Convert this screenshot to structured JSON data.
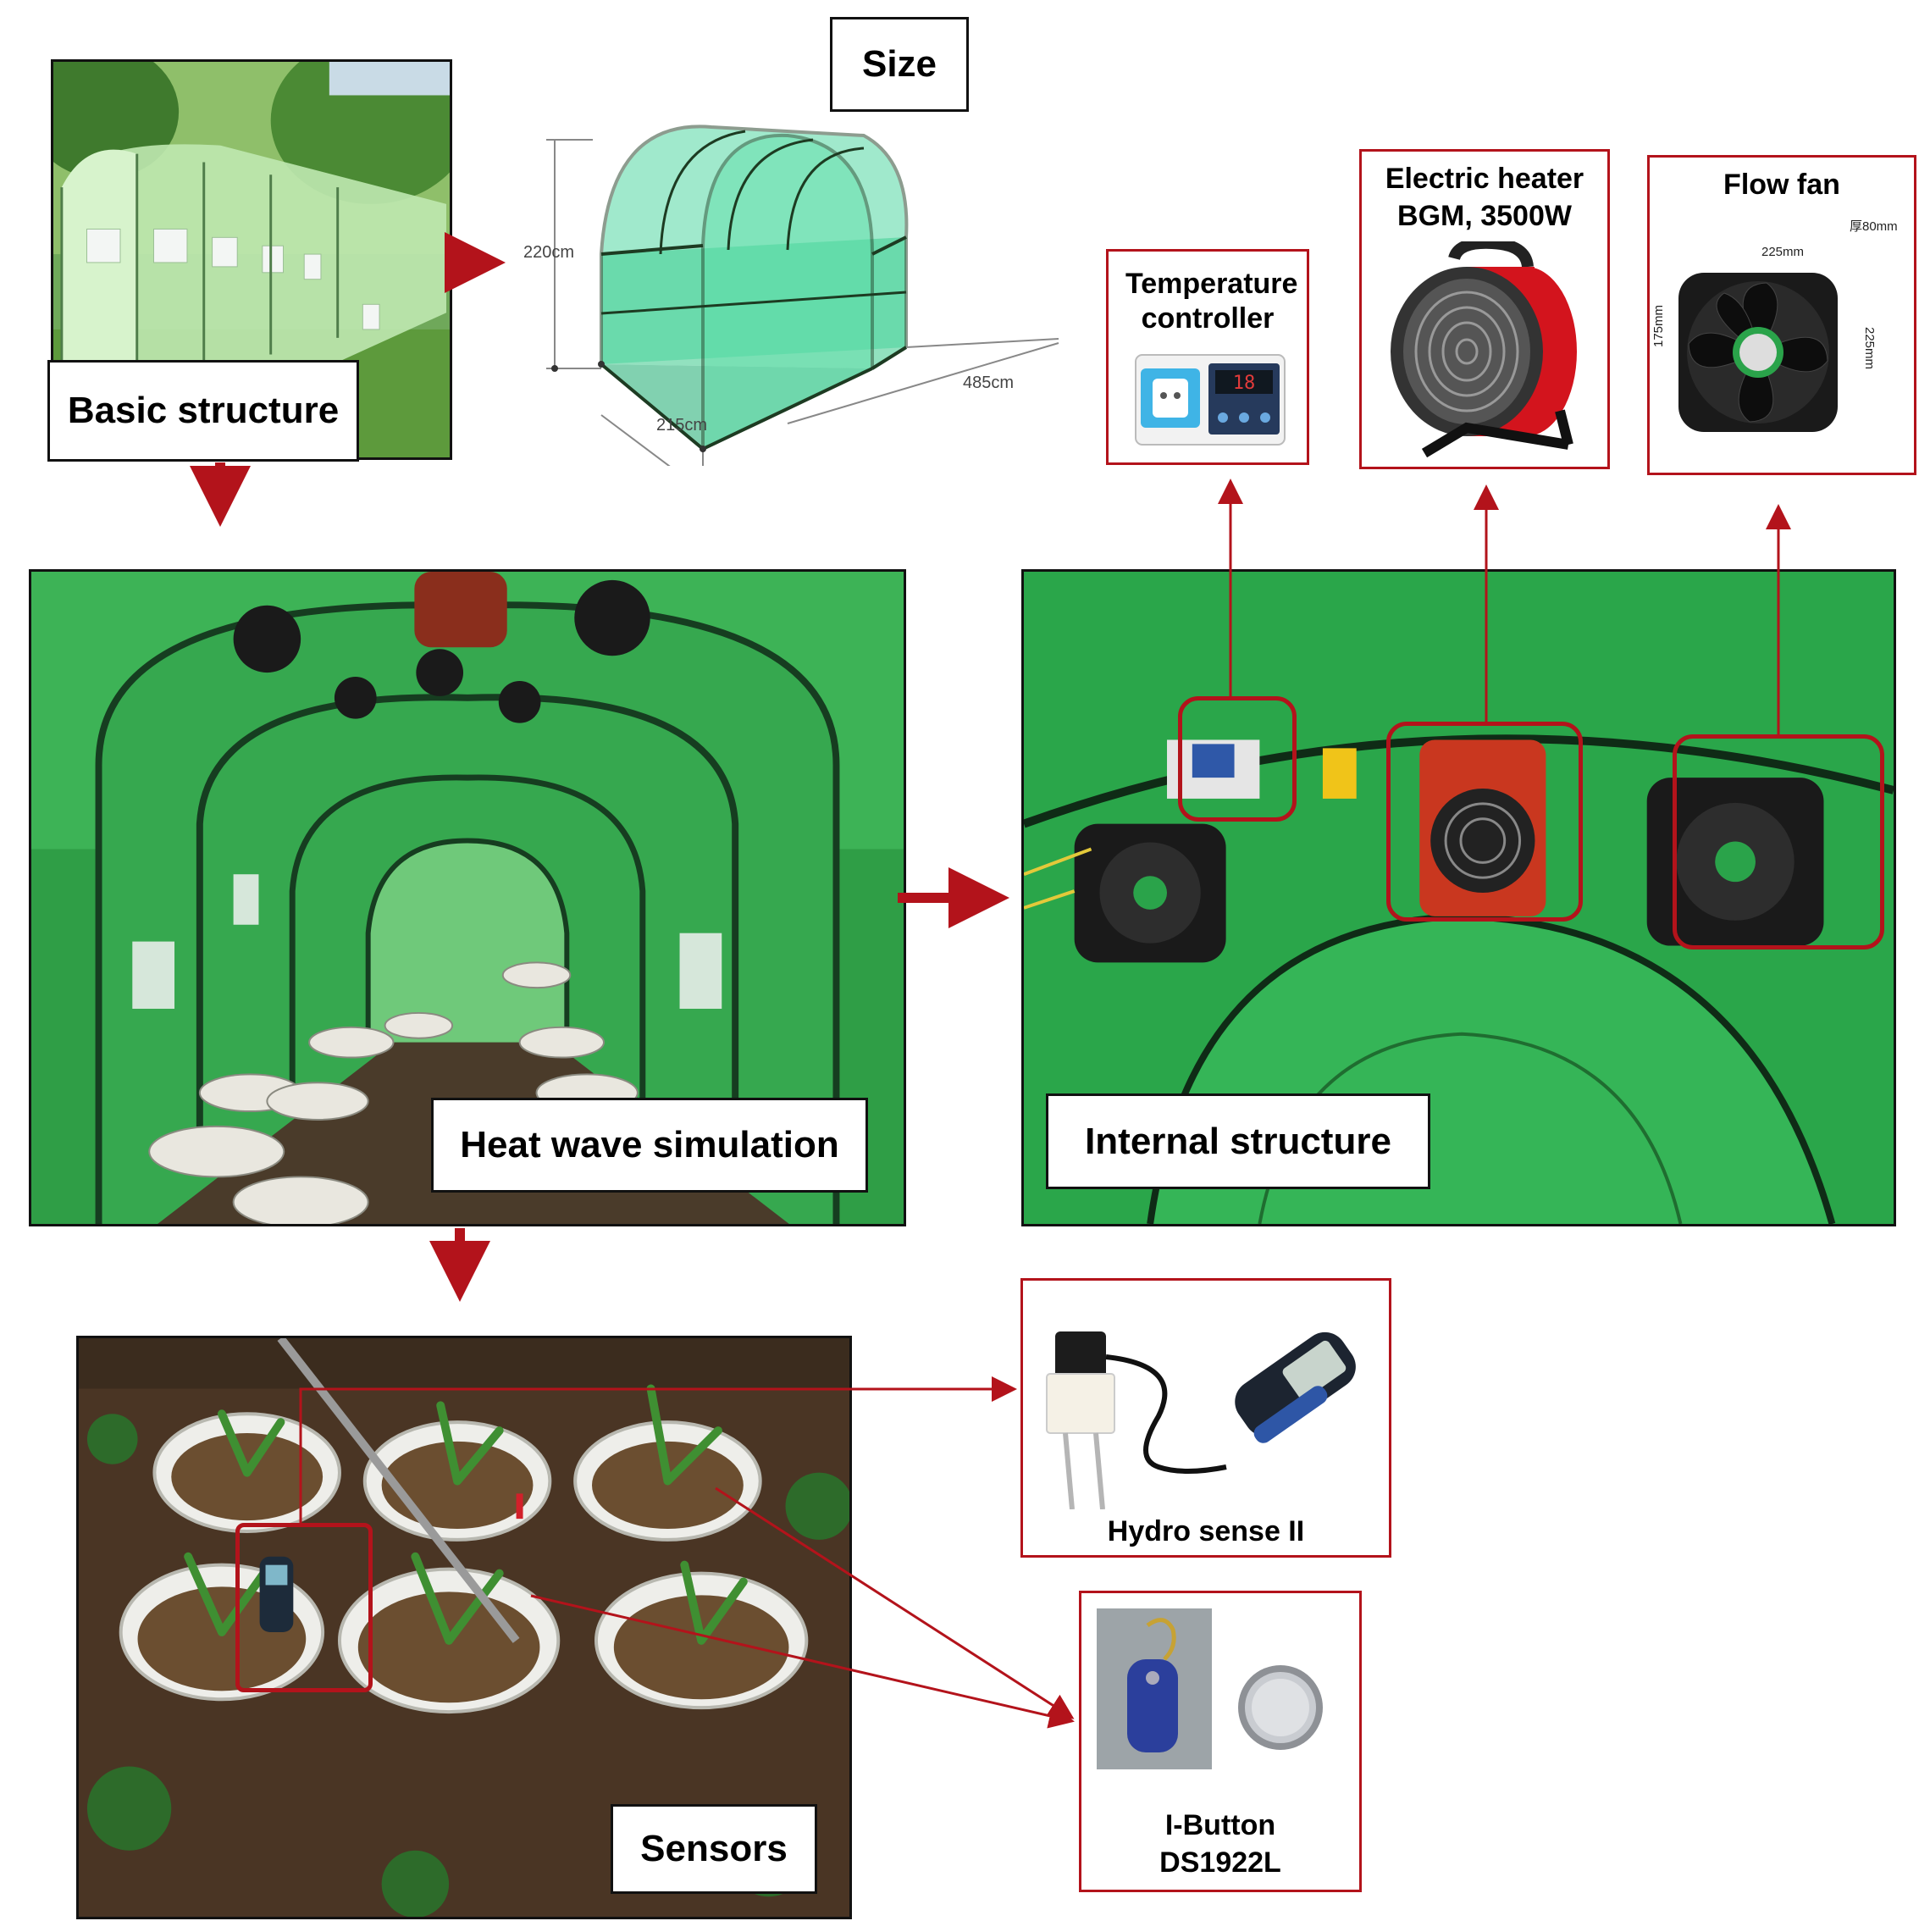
{
  "labels": {
    "basic_structure": "Basic structure",
    "size": "Size",
    "heat_wave_simulation": "Heat wave simulation",
    "internal_structure": "Internal structure",
    "sensors": "Sensors"
  },
  "dimensions": {
    "height": "220cm",
    "width": "215cm",
    "length": "485cm"
  },
  "components": {
    "temperature_controller": "Temperature controller",
    "electric_heater_line1": "Electric heater",
    "electric_heater_line2": "BGM, 3500W",
    "flow_fan": "Flow fan",
    "fan_thickness": "厚80mm",
    "fan_width": "225mm",
    "fan_height_outer": "225mm",
    "fan_height_inner": "175mm",
    "controller_display": "18"
  },
  "sensor_devices": {
    "hydro_sense": "Hydro sense II",
    "ibutton_line1": "I-Button",
    "ibutton_line2": "DS1922L"
  },
  "colors": {
    "arrow_red": "#b3131b",
    "greenhouse_green": "#2fa84a",
    "frame_dark": "#1d3b22"
  }
}
